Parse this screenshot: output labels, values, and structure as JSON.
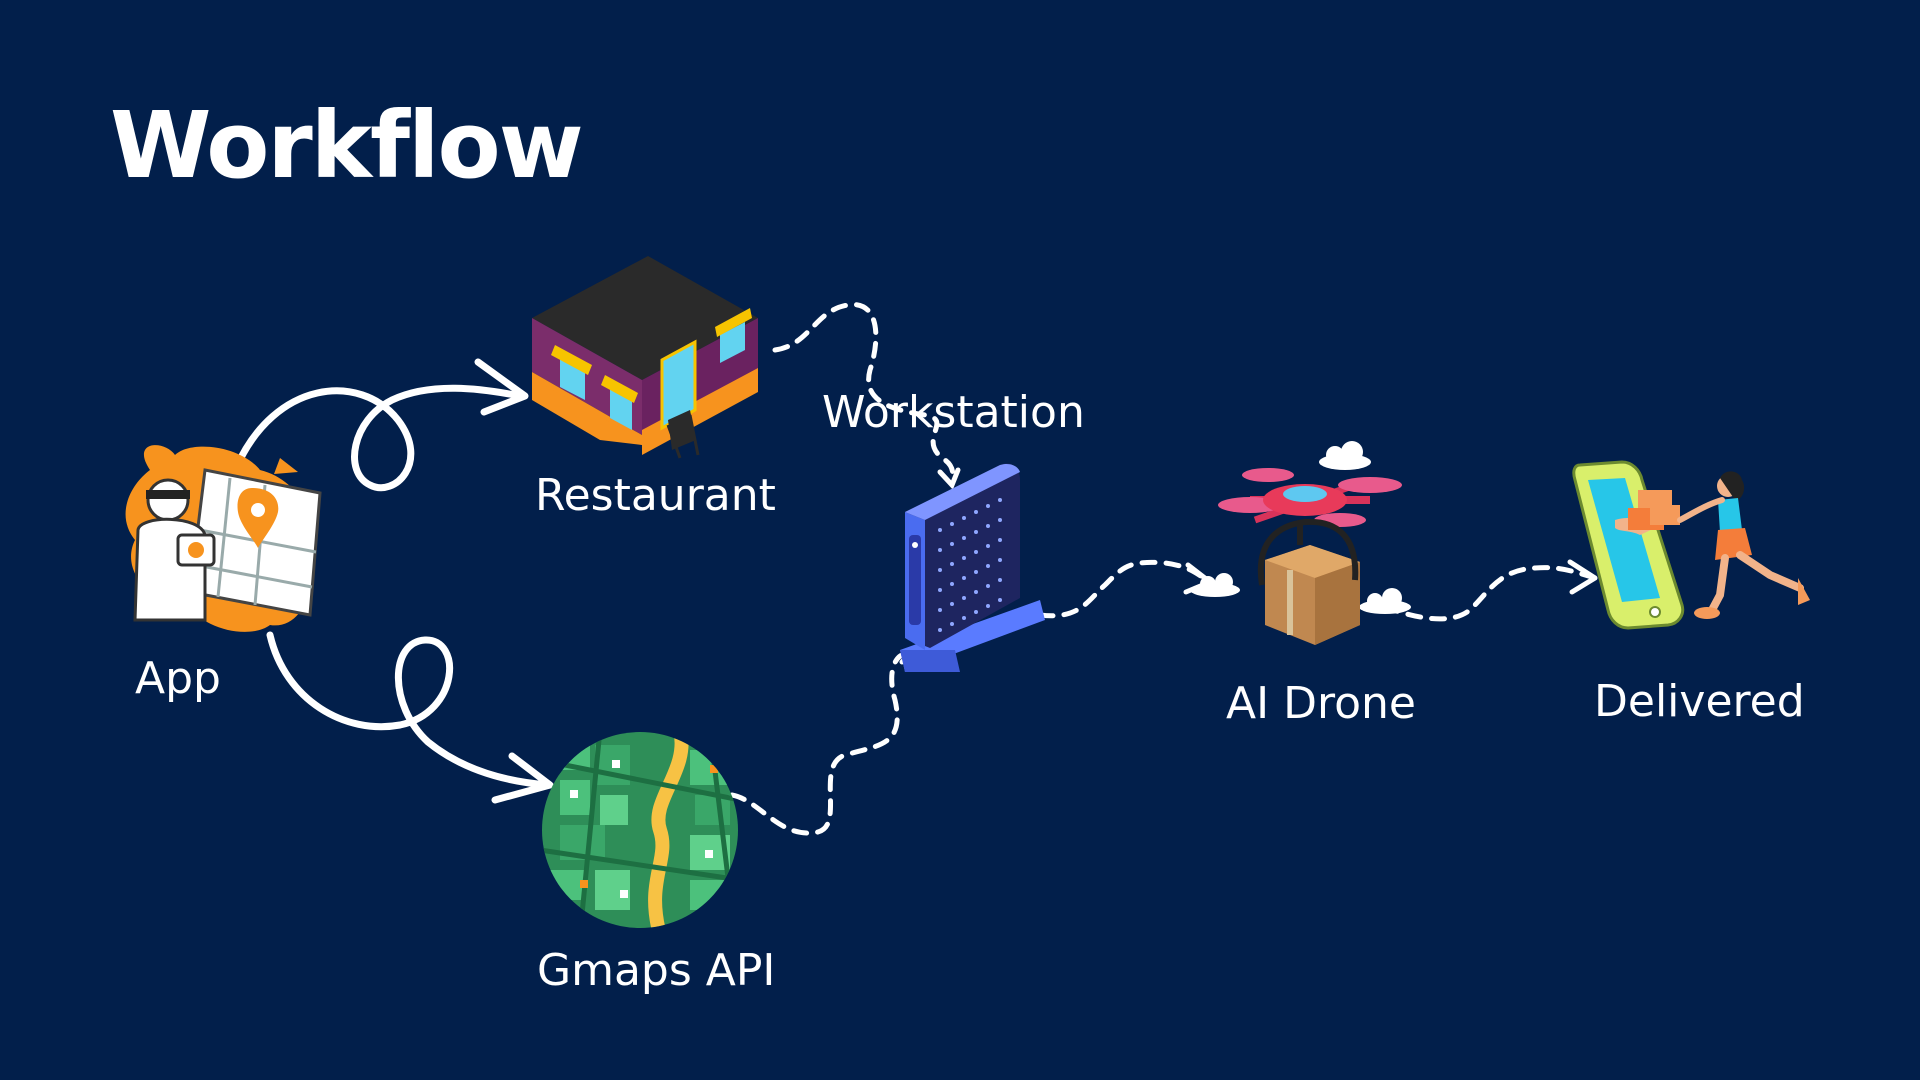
{
  "title": "Workflow",
  "nodes": {
    "app": {
      "label": "App",
      "icon": "delivery-person-with-map-icon"
    },
    "restaurant": {
      "label": "Restaurant",
      "icon": "restaurant-building-icon"
    },
    "gmaps": {
      "label": "Gmaps API",
      "icon": "city-map-globe-icon"
    },
    "workstation": {
      "label": "Workstation",
      "icon": "server-tower-icon"
    },
    "drone": {
      "label": "AI Drone",
      "icon": "delivery-drone-icon"
    },
    "delivered": {
      "label": "Delivered",
      "icon": "phone-handoff-icon"
    }
  },
  "colors": {
    "background": "#021f4b",
    "text": "#ffffff",
    "connector": "#ffffff",
    "accent_orange": "#f7931e",
    "building_purple": "#7b2d6b",
    "map_green": "#3aa769",
    "server_blue": "#4a6cf0",
    "drone_red": "#e83a5a",
    "phone_yellow": "#d9ef6b"
  }
}
